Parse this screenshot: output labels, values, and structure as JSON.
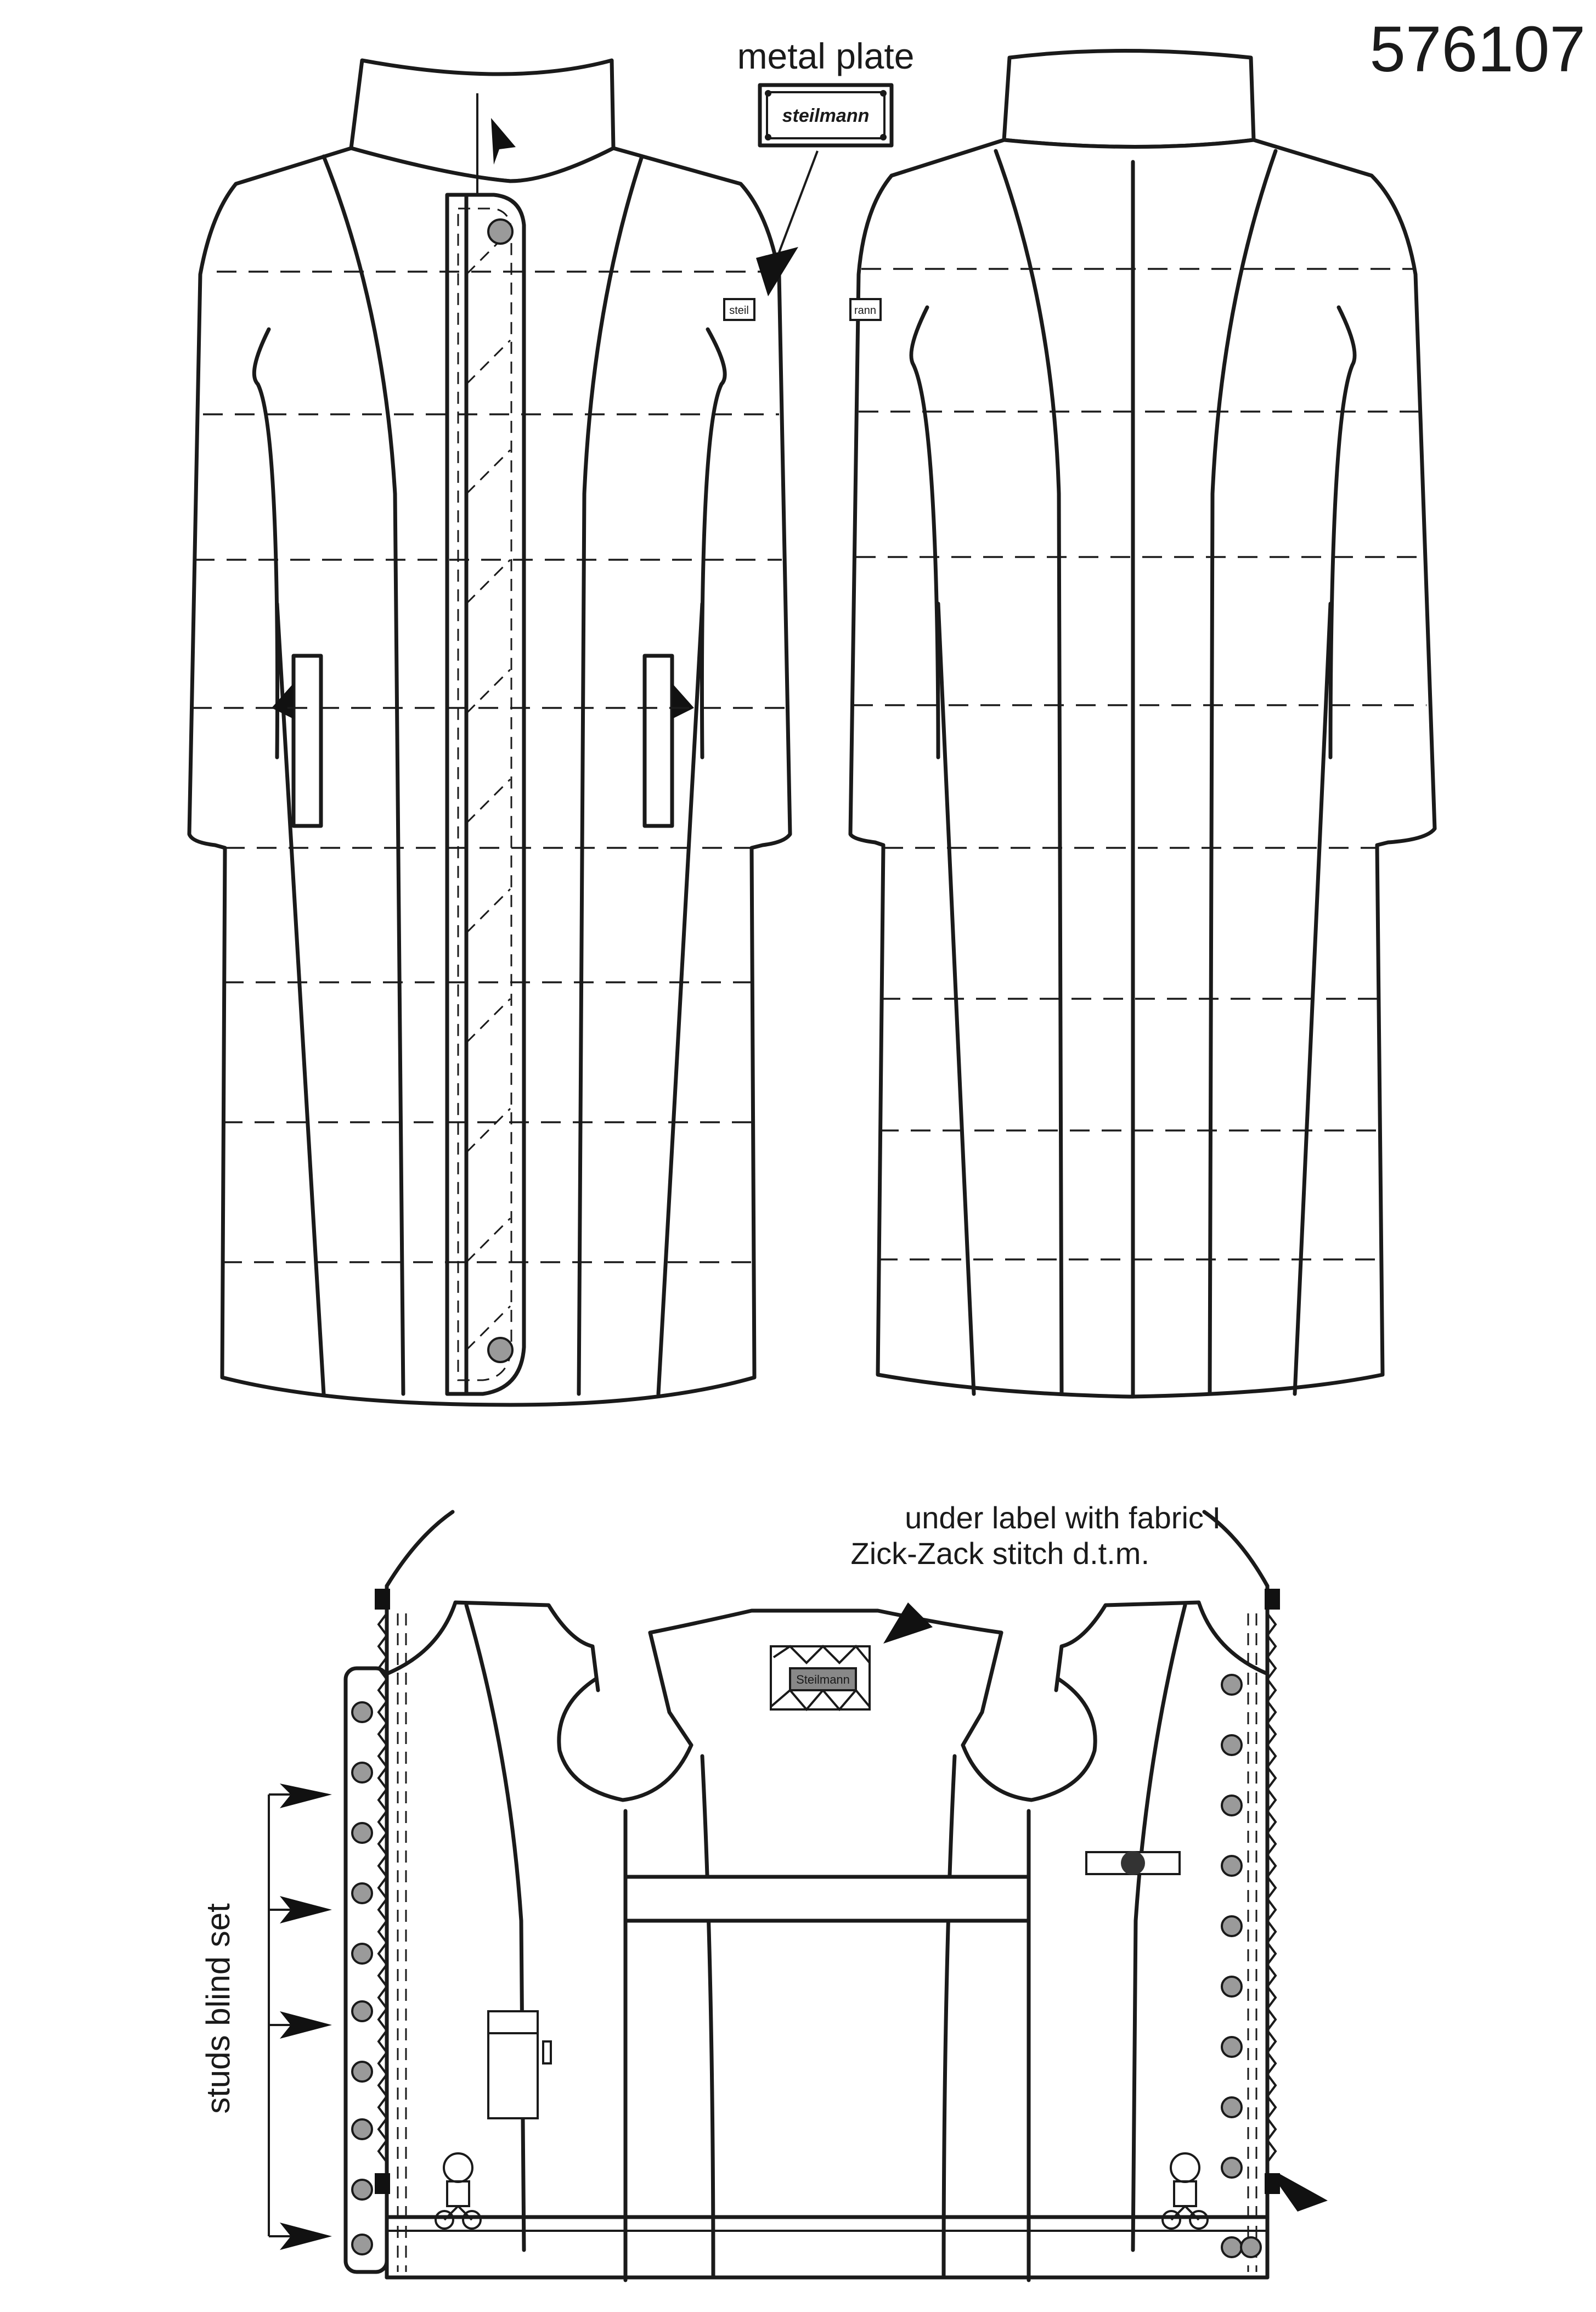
{
  "article_number": "576107",
  "callouts": {
    "metal_plate": "metal plate",
    "under_label_line1": "under label with fabric I",
    "under_label_line2": "Zick-Zack stitch d.t.m.",
    "studs": "studs blind set"
  },
  "labels": {
    "plate_logo": "steilmann",
    "sleeve_plate_front": "steil",
    "sleeve_plate_back": "rann",
    "inner_label": "Steilmann"
  },
  "views": [
    "front-view",
    "back-view",
    "open-inner-view"
  ],
  "colors": {
    "line": "#1a1a1a",
    "stud": "#9a9a9a",
    "paper": "#ffffff"
  }
}
